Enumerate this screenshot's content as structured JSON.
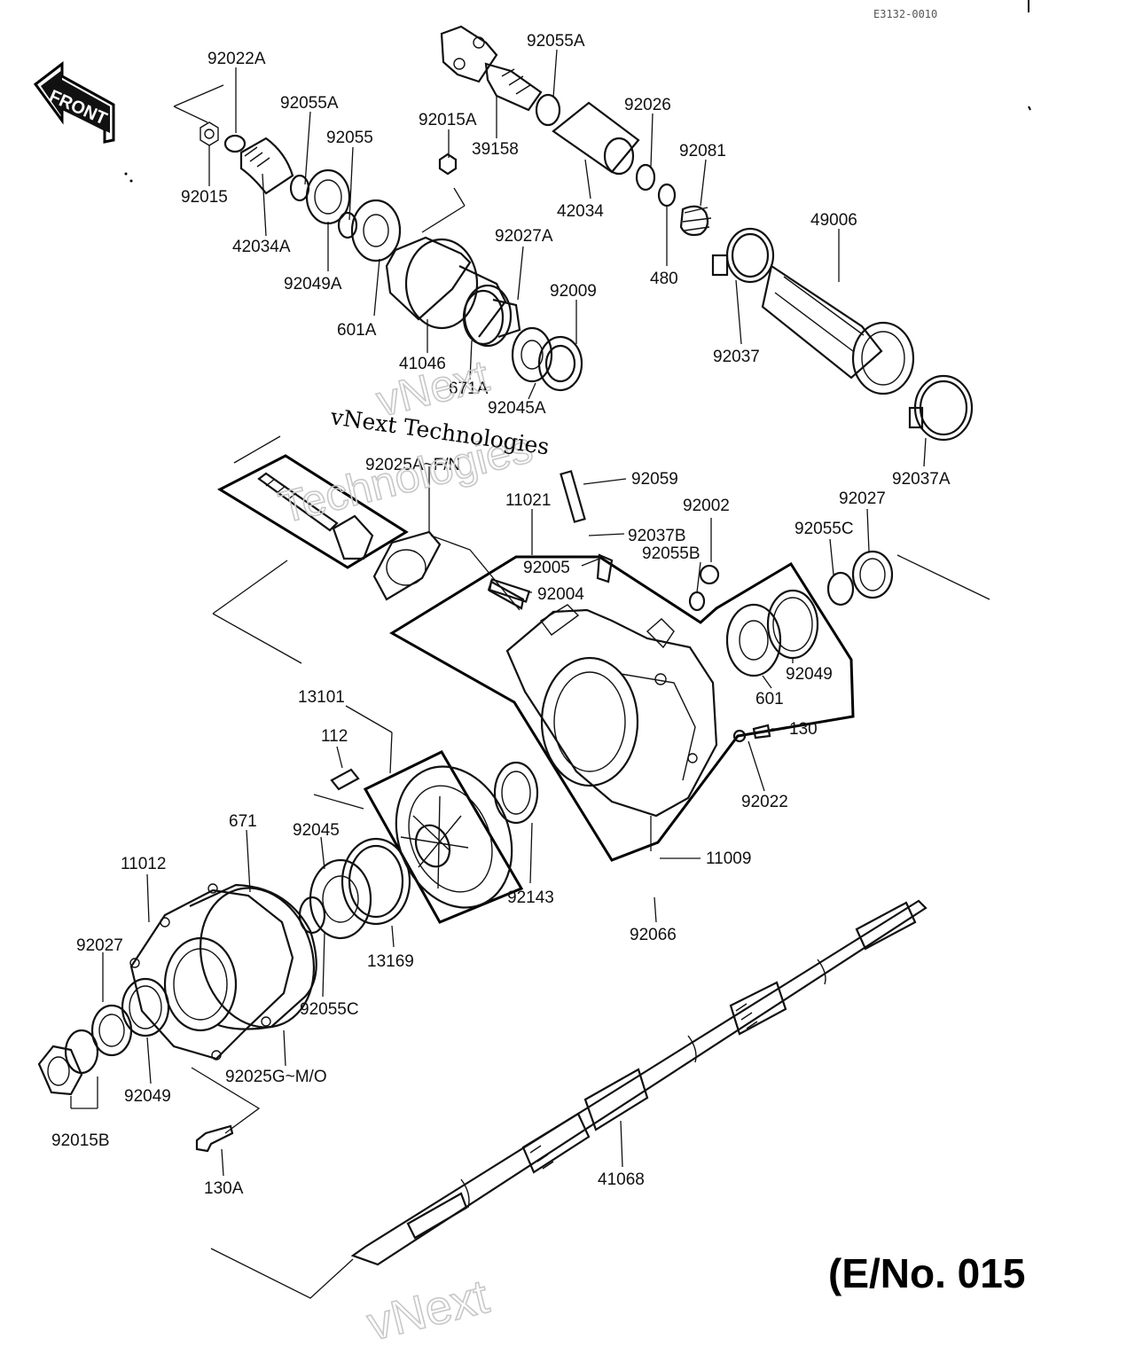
{
  "diagram": {
    "code": "E3132-0010",
    "front_label": "FRONT",
    "engine_no": "(E/No. 015",
    "watermark_lines": [
      "vNext",
      "Technologies",
      "vNext Technologies",
      "vNext"
    ]
  },
  "part_labels": [
    "92022A",
    "92055A",
    "92055",
    "92015",
    "42034A",
    "92049A",
    "601A",
    "92015A",
    "92055A",
    "39158",
    "42034",
    "92026",
    "480",
    "92081",
    "49006",
    "92037",
    "92037A",
    "92027A",
    "92009",
    "41046",
    "671A",
    "92045A",
    "92025A~F/N",
    "92059",
    "11021",
    "92002",
    "92037B",
    "92055B",
    "92005",
    "92004",
    "92055C",
    "92027",
    "92049",
    "601",
    "130",
    "92022",
    "13101",
    "112",
    "671",
    "92045",
    "11012",
    "92027",
    "92049",
    "92015B",
    "130A",
    "13169",
    "92055C",
    "92025G~M/O",
    "92143",
    "11009",
    "92066",
    "41068"
  ]
}
